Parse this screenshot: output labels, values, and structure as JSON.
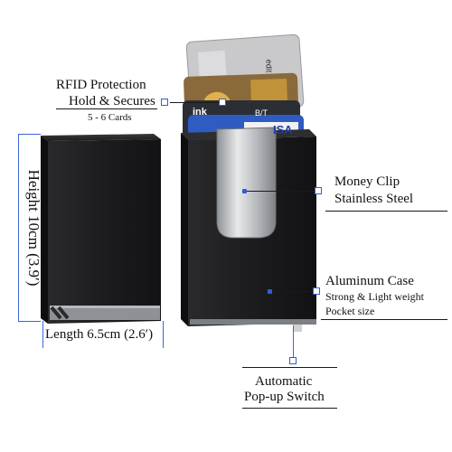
{
  "callouts": {
    "rfid": {
      "line1": "RFID Protection",
      "line2": "Hold & Secures",
      "line3": "5 - 6 Cards"
    },
    "clip": {
      "line1": "Money Clip",
      "line2": "Stainless Steel"
    },
    "case": {
      "line1": "Aluminum Case",
      "line2": "Strong & Light weight",
      "line3": "Pocket size"
    },
    "switch": {
      "line1": "Automatic",
      "line2": "Pop-up Switch"
    }
  },
  "dimensions": {
    "height": "Height  10cm (3.9′)",
    "length": "Length 6.5cm (2.6′)"
  },
  "card_text": {
    "card1": "edit",
    "card2": "ink",
    "card3": "B/T",
    "card4": "ISA"
  },
  "colors": {
    "accent": "#2f5fd0",
    "wallet": "#1b1b1d",
    "steel": "#c8cacd"
  }
}
